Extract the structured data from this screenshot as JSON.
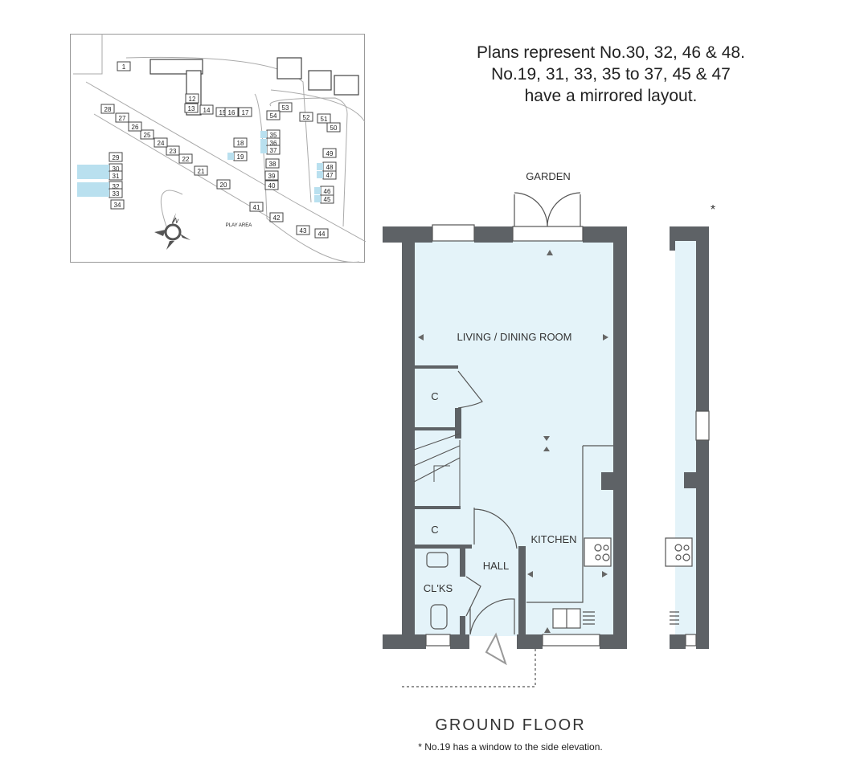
{
  "notes": {
    "line1": "Plans represent No.30, 32, 46 & 48.",
    "line2": "No.19, 31, 33, 35 to 37, 45 & 47",
    "line3": "have a mirrored layout."
  },
  "site_map": {
    "play_area": "PLAY AREA",
    "compass": "N",
    "plots": [
      "1",
      "12",
      "13",
      "14",
      "15",
      "16",
      "17",
      "18",
      "19",
      "20",
      "21",
      "22",
      "23",
      "24",
      "25",
      "26",
      "27",
      "28",
      "29",
      "30",
      "31",
      "32",
      "33",
      "34",
      "35",
      "36",
      "37",
      "38",
      "39",
      "40",
      "41",
      "42",
      "43",
      "44",
      "45",
      "46",
      "47",
      "48",
      "49",
      "50",
      "51",
      "52",
      "53",
      "54"
    ],
    "highlighted": [
      "19",
      "30",
      "31",
      "32",
      "33",
      "35",
      "36",
      "37",
      "45",
      "46",
      "47",
      "48"
    ]
  },
  "rooms": {
    "garden": "GARDEN",
    "living": "LIVING / DINING ROOM",
    "c1": "C",
    "c2": "C",
    "kitchen": "KITCHEN",
    "hall": "HALL",
    "clks": "CL'KS"
  },
  "side_marker": "*",
  "floor_title": "GROUND FLOOR",
  "footnote": "* No.19 has a window to the side elevation.",
  "colors": {
    "wall": "#5e6266",
    "room_fill": "#e4f3f9",
    "highlight": "#b9e0ef"
  }
}
